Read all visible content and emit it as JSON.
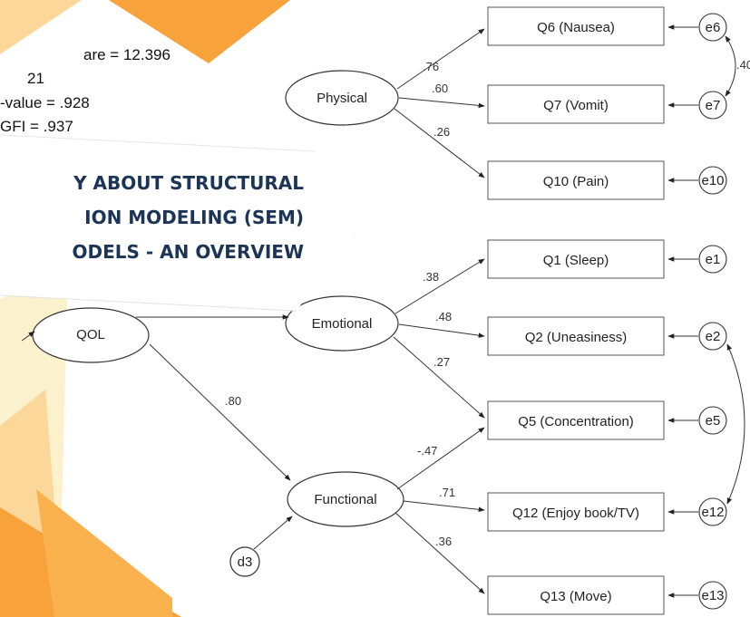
{
  "fit_stats": {
    "chi_square": "are = 12.396",
    "df": "21",
    "p_value": "-value = .928",
    "gfi": "GFI = .937"
  },
  "title": {
    "line1": "Y ABOUT STRUCTURAL",
    "line2": "ION MODELING (SEM)",
    "line3": "ODELS - AN OVERVIEW"
  },
  "diagram": {
    "root": "QOL",
    "latents": [
      "Physical",
      "Emotional",
      "Functional"
    ],
    "disturbance": "d3",
    "items": [
      {
        "label": "Q6 (Nausea)",
        "error": "e6"
      },
      {
        "label": "Q7 (Vomit)",
        "error": "e7"
      },
      {
        "label": "Q10 (Pain)",
        "error": "e10"
      },
      {
        "label": "Q1 (Sleep)",
        "error": "e1"
      },
      {
        "label": "Q2 (Uneasiness)",
        "error": "e2"
      },
      {
        "label": "Q5 (Concentration)",
        "error": "e5"
      },
      {
        "label": "Q12 (Enjoy book/TV)",
        "error": "e12"
      },
      {
        "label": "Q13 (Move)",
        "error": "e13"
      }
    ],
    "loadings": {
      "physical": [
        ".76",
        ".60",
        ".26"
      ],
      "emotional": [
        ".38",
        ".48",
        ".27"
      ],
      "functional": [
        "-.47",
        ".71",
        ".36"
      ],
      "qol_functional": ".80"
    },
    "correlations": {
      "e6_e7": ".40"
    }
  },
  "colors": {
    "orange": "#f7a23b",
    "orange_light": "#fbd79a",
    "cream": "#fbf1cc",
    "navy": "#1c3456",
    "line": "#333333"
  }
}
